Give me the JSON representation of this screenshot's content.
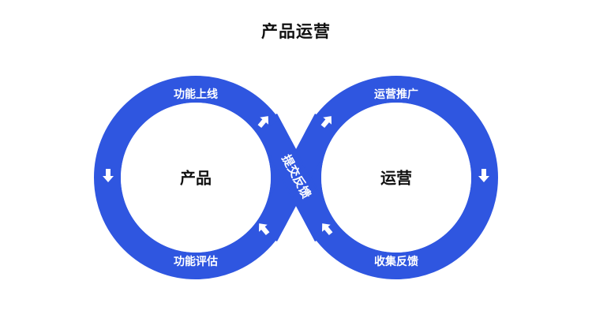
{
  "title": "产品运营",
  "colors": {
    "loop": "#2f56e0",
    "loop_edge": "#1c3fc4",
    "label": "#ffffff",
    "center_text": "#111111",
    "title_text": "#111111"
  },
  "loops": {
    "left": {
      "center_label": "产品"
    },
    "right": {
      "center_label": "运营"
    }
  },
  "ring_labels": {
    "left_top": "功能上线",
    "left_bottom": "功能评估",
    "right_top": "运营推广",
    "right_bottom": "收集反馈",
    "crossing": "提交反馈"
  },
  "icons": {
    "left_ring_left_side": "arrow-down-icon",
    "left_ring_upper_crossing": "arrow-up-icon",
    "left_ring_lower_crossing": "arrow-up-icon",
    "right_ring_upper_crossing": "arrow-up-icon",
    "right_ring_lower_crossing": "arrow-up-icon",
    "right_ring_right_side": "arrow-down-icon"
  }
}
